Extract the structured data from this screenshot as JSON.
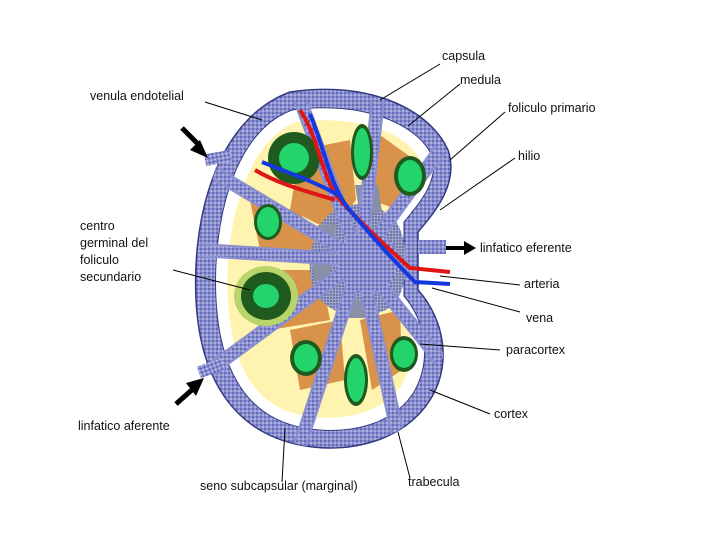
{
  "labels": {
    "capsula": "capsula",
    "medula": "medula",
    "venula_endotelial": "venula endotelial",
    "foliculo_primario": "foliculo primario",
    "hilio": "hilio",
    "centro_germinal": [
      "centro",
      "germinal del",
      "foliculo",
      "secundario"
    ],
    "linfatico_eferente": "linfatico eferente",
    "arteria": "arteria",
    "vena": "vena",
    "paracortex": "paracortex",
    "linfatico_aferente": "linfatico aferente",
    "cortex": "cortex",
    "seno_subcapsular": "seno subcapsular (marginal)",
    "trabecula": "trabecula"
  },
  "colors": {
    "capsule": "#8a8fd0",
    "capsule_dots": "#3b3fa0",
    "sinus": "#ffffff",
    "cortex_bg": "#fff3b0",
    "paracortex": "#d9924a",
    "follicle_outer": "#1f5a1f",
    "follicle_inner": "#22d46a",
    "germinal_ring": "#b8d46a",
    "medulla": "#8a8fa8",
    "artery": "#e01515",
    "vein": "#1538e0",
    "arrow": "#000000",
    "leader_line": "#000000"
  }
}
